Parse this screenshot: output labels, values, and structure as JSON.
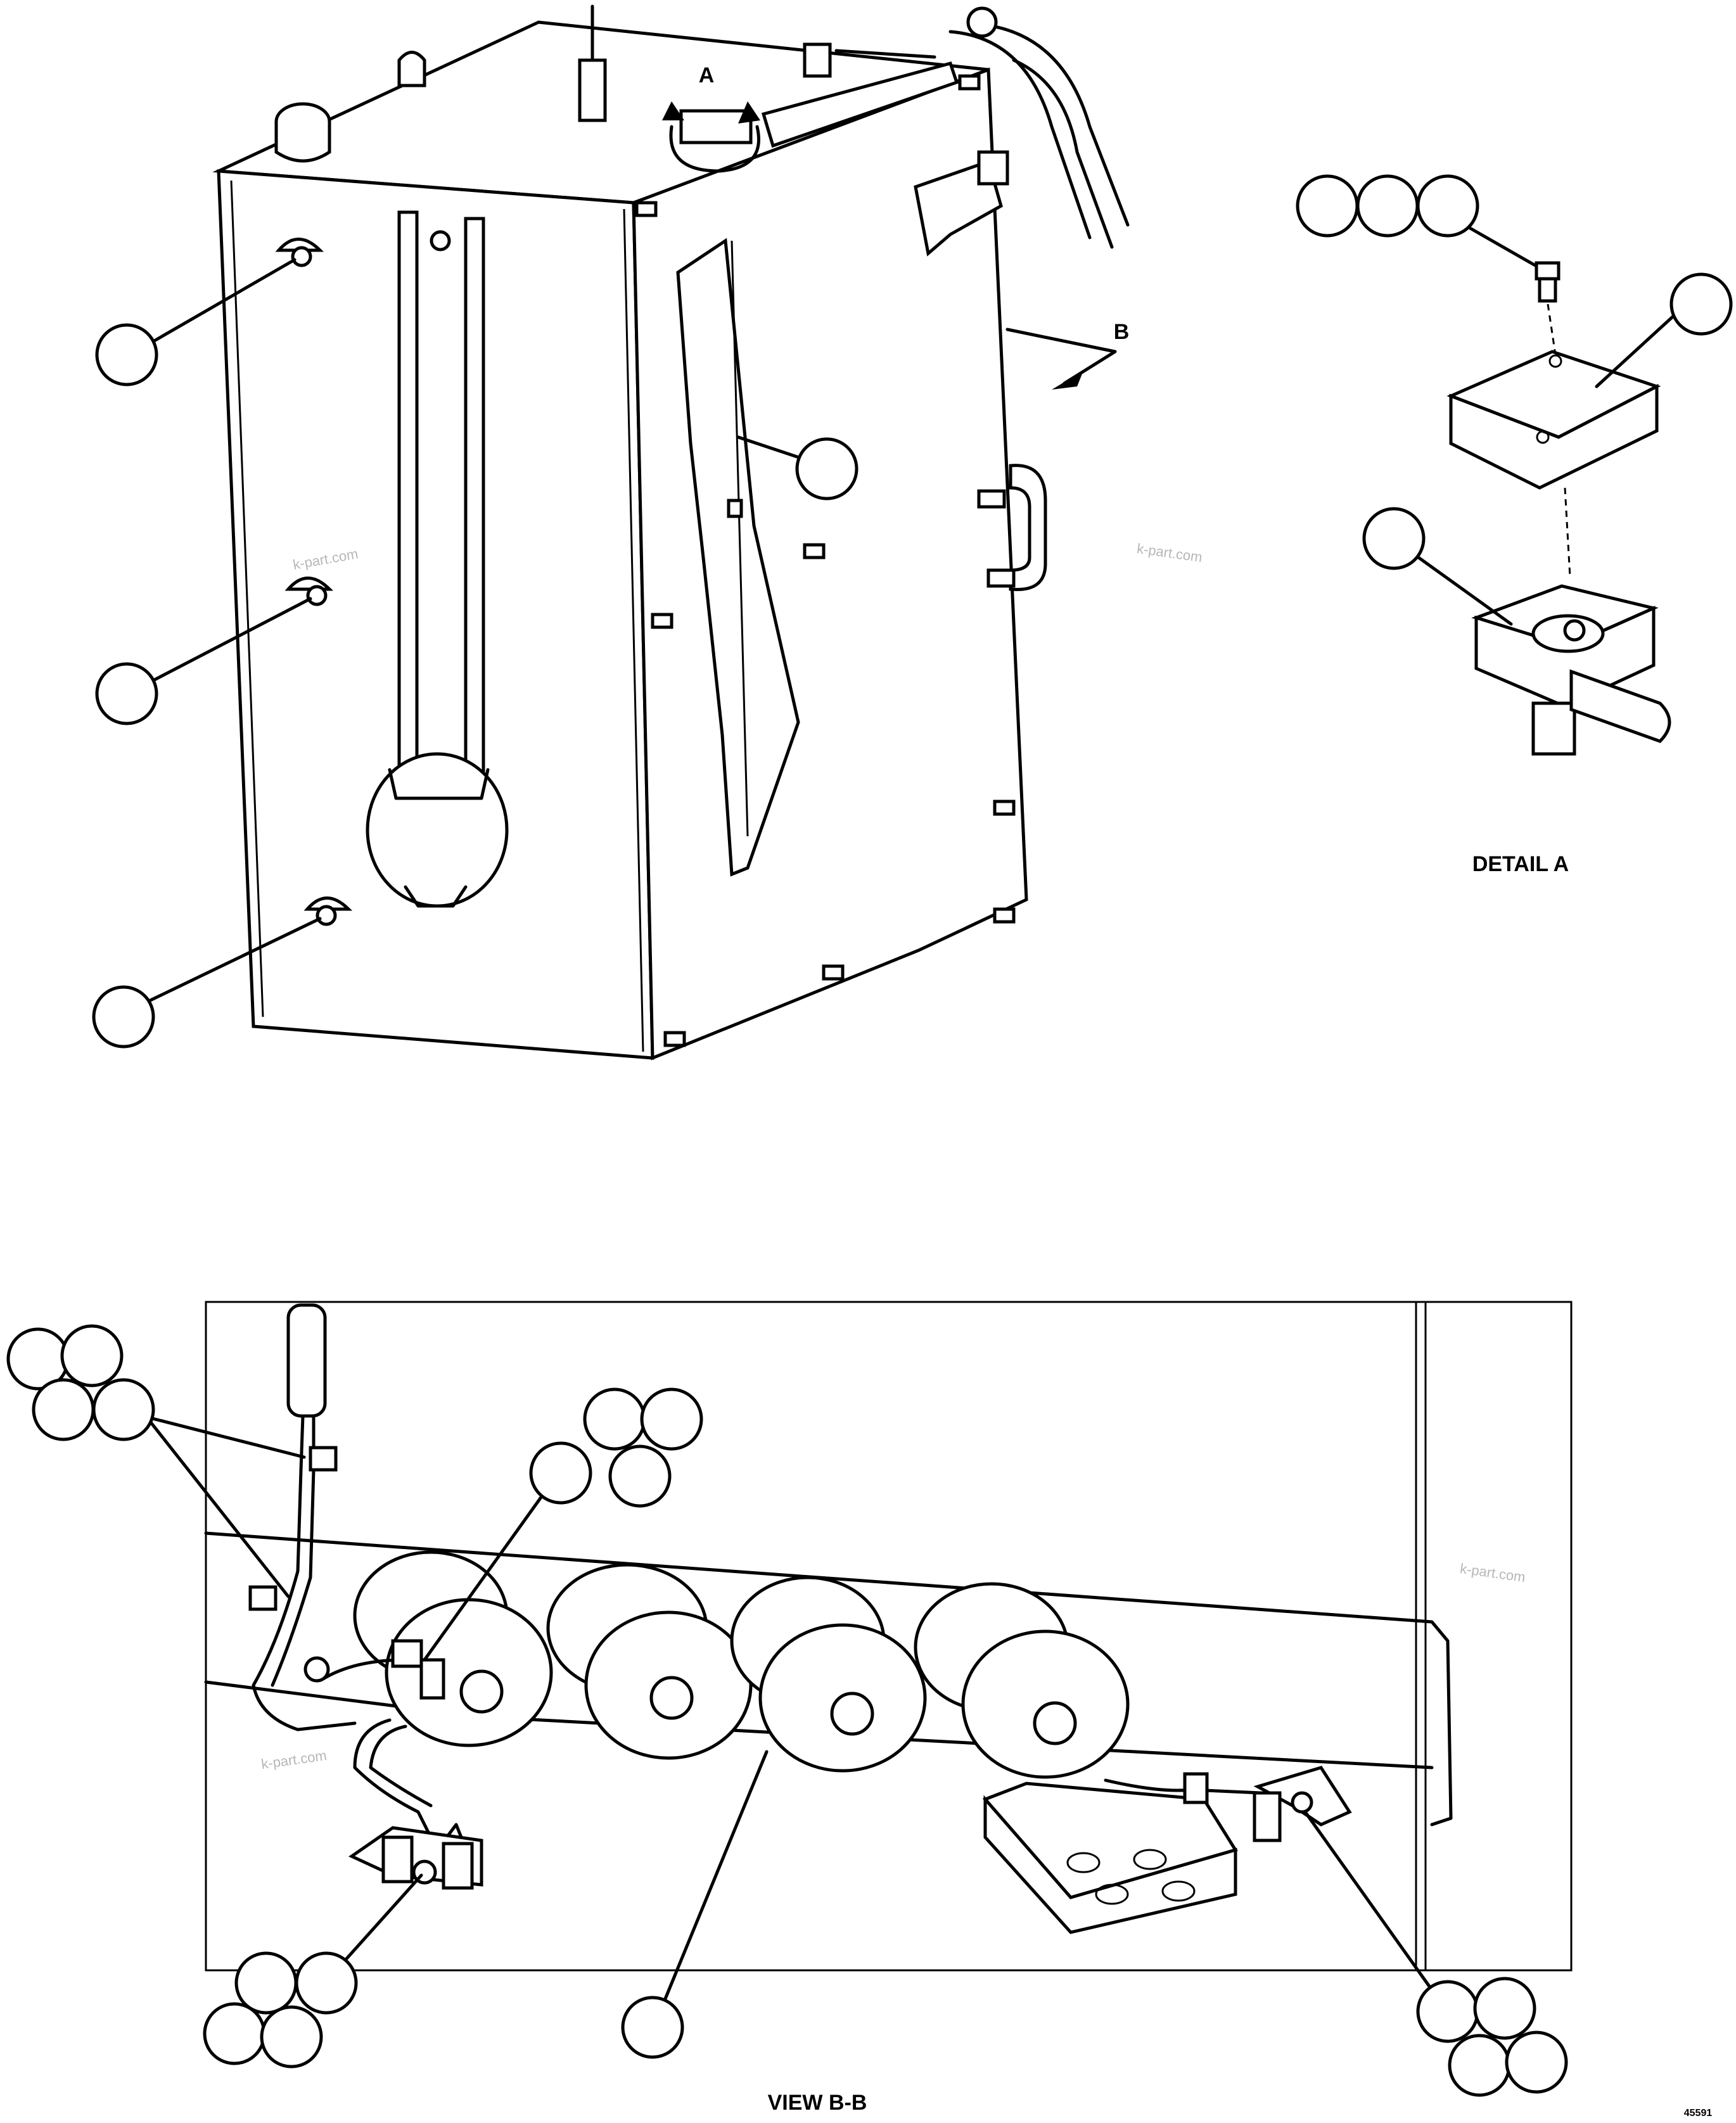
{
  "labels": {
    "arrow_a": "A",
    "arrow_b": "B",
    "detail_a": "DETAIL A",
    "view_bb": "VIEW B-B",
    "drawing_number": "45591"
  },
  "watermark": {
    "text": "k-part.com"
  },
  "colors": {
    "ink": "#000000",
    "paper": "#ffffff",
    "watermark": "#b7b7b7"
  }
}
